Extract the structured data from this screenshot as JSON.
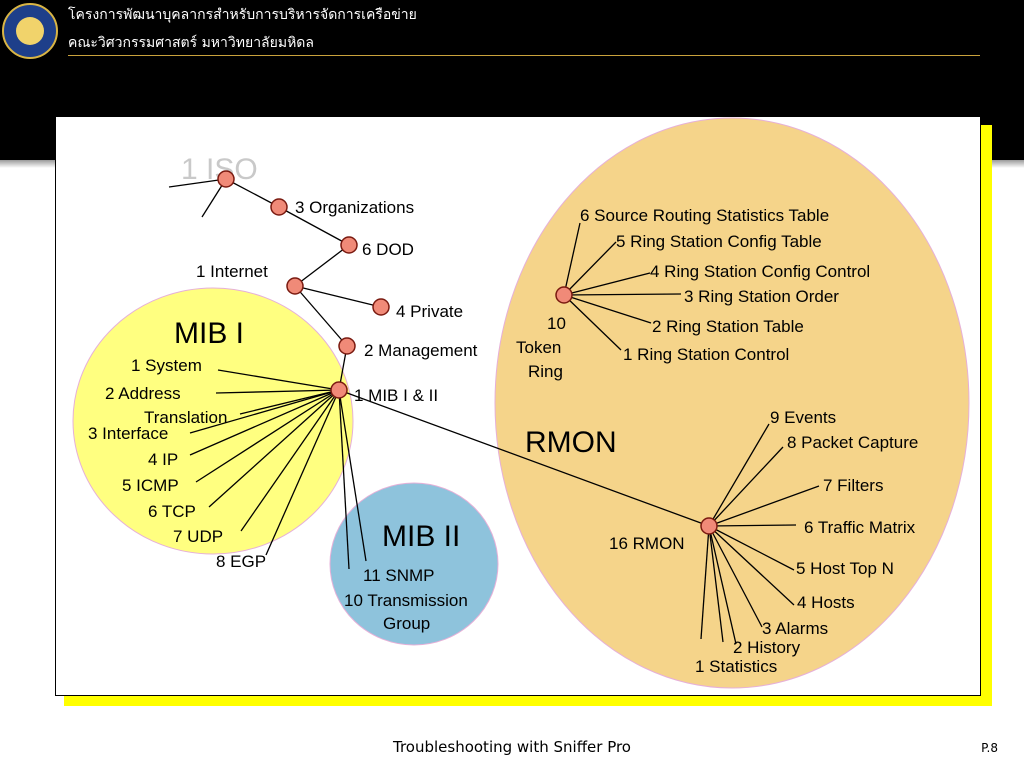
{
  "header": {
    "line1": "โครงการพัฒนาบุคลากรสำหรับการบริหารจัดการเครือข่าย",
    "line2": "คณะวิศวกรรมศาสตร์ มหาวิทยาลัยมหิดล"
  },
  "colors": {
    "mib1_fill": "#ffff80",
    "mib2_fill": "#8ec3dc",
    "rmon_fill": "#f5d48a",
    "node_fill": "#f08a78",
    "shadow": "#ffff00"
  },
  "diagram": {
    "iso": "1 ISO",
    "organizations": "3 Organizations",
    "dod": "6 DOD",
    "internet": "1 Internet",
    "private": "4 Private",
    "management": "2 Management",
    "mib_i_title": "MIB I",
    "mib_i_ii": "1 MIB I & II",
    "mib_i_groups": [
      "1 System",
      "2 Address",
      "Translation",
      "3 Interface",
      "4 IP",
      "5 ICMP",
      "6 TCP",
      "7 UDP",
      "8 EGP"
    ],
    "mib_ii_title": "MIB II",
    "mib_ii_groups": [
      "11 SNMP",
      "10 Transmission",
      "Group"
    ],
    "rmon_title": "RMON",
    "token_ring": [
      "10",
      "Token",
      "Ring"
    ],
    "token_ring_groups": [
      "6 Source Routing Statistics Table",
      "5 Ring Station Config Table",
      "4 Ring Station Config Control",
      "3 Ring Station Order",
      "2 Ring Station Table",
      "1 Ring Station Control"
    ],
    "rmon_node": "16 RMON",
    "rmon_groups": [
      "9 Events",
      "8 Packet Capture",
      "7 Filters",
      "6 Traffic Matrix",
      "5 Host Top N",
      "4 Hosts",
      "3 Alarms",
      "2 History",
      "1 Statistics"
    ]
  },
  "footer": {
    "title": "Troubleshooting with Sniffer Pro",
    "page": "P.8"
  }
}
